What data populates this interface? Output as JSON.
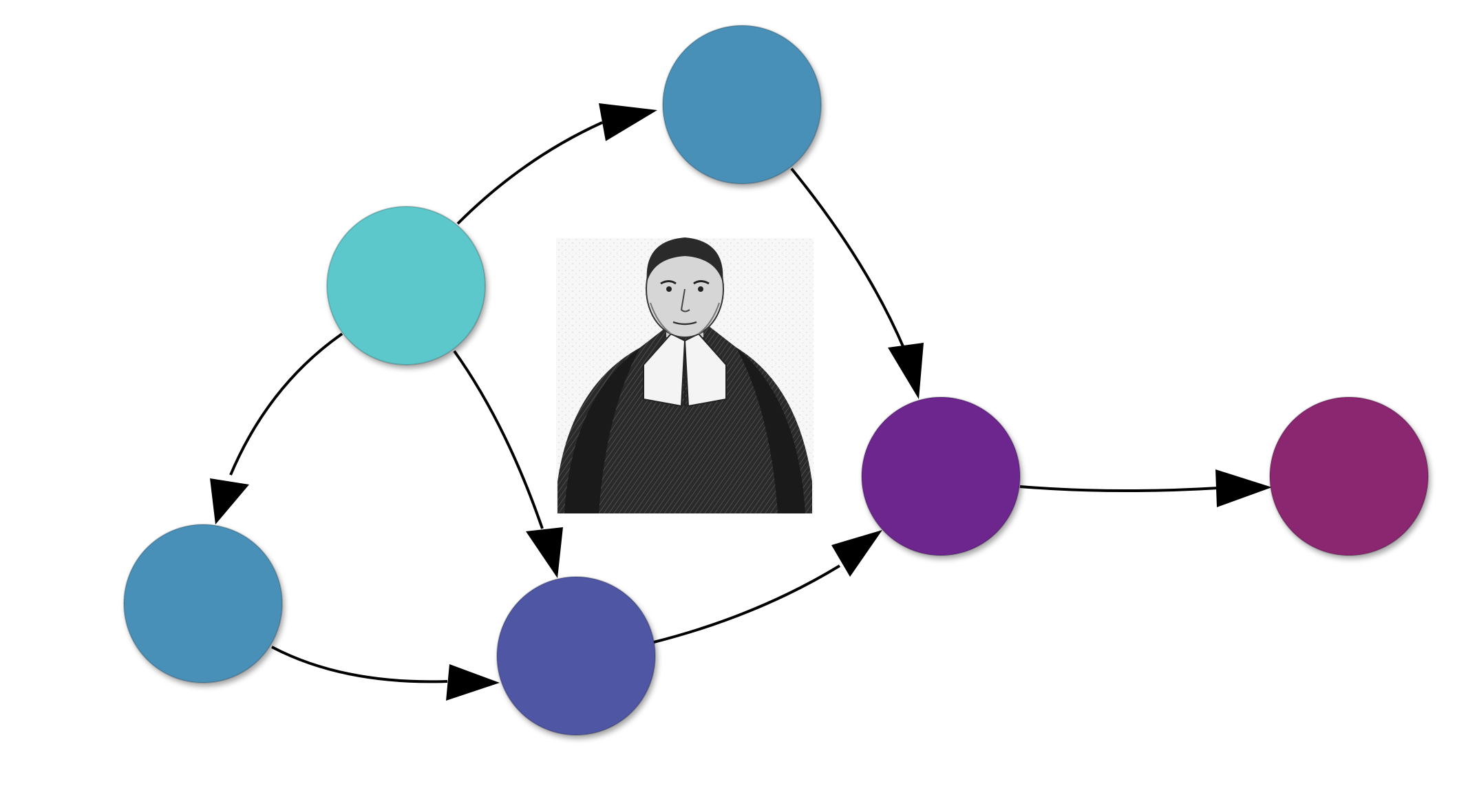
{
  "diagram": {
    "type": "directed-graph",
    "portrait": {
      "style": "engraved portrait",
      "subject": ""
    },
    "nodes": [
      {
        "id": "n1",
        "color": "#5bc8cb",
        "role": "root"
      },
      {
        "id": "n2",
        "color": "#4a90b8"
      },
      {
        "id": "n3",
        "color": "#4a90b8"
      },
      {
        "id": "n4",
        "color": "#4f57a3"
      },
      {
        "id": "n5",
        "color": "#6c268e"
      },
      {
        "id": "n6",
        "color": "#8b2670"
      }
    ],
    "edges": [
      {
        "from": "n1",
        "to": "n2"
      },
      {
        "from": "n1",
        "to": "n3"
      },
      {
        "from": "n1",
        "to": "n4"
      },
      {
        "from": "n3",
        "to": "n4"
      },
      {
        "from": "n2",
        "to": "n5"
      },
      {
        "from": "n4",
        "to": "n5"
      },
      {
        "from": "n5",
        "to": "n6"
      }
    ]
  }
}
